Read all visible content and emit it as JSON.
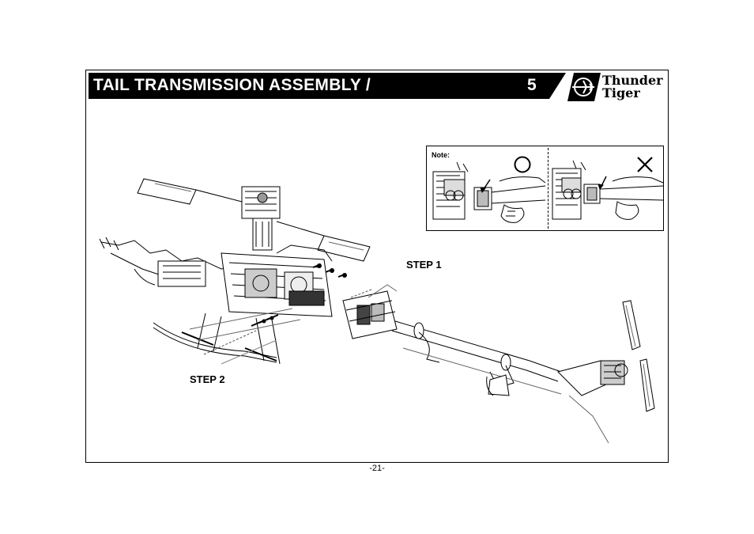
{
  "header": {
    "title": "TAIL TRANSMISSION ASSEMBLY /",
    "page_number": "5"
  },
  "logo": {
    "line1": "Thunder",
    "line2": "Tiger"
  },
  "note": {
    "label": "Note:",
    "correct_icon": "circle-icon",
    "incorrect_icon": "cross-icon"
  },
  "steps": {
    "step1": "STEP 1",
    "step2": "STEP 2"
  },
  "footer": {
    "page": "-21-"
  },
  "colors": {
    "title_background": "#000000",
    "title_text": "#ffffff"
  }
}
